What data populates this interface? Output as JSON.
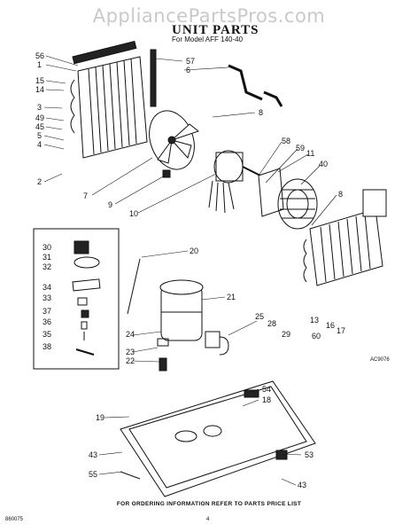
{
  "watermark": "AppliancePartsPros.com",
  "title": "UNIT PARTS",
  "subtitle": "For Model AFF 140-40",
  "footer_note": "FOR ORDERING INFORMATION REFER TO PARTS PRICE LIST",
  "left_code": "860075",
  "page_number": "4",
  "art_code": "AC9076",
  "callouts": [
    "56",
    "1",
    "57",
    "6",
    "15",
    "14",
    "3",
    "49",
    "45",
    "5",
    "4",
    "2",
    "8",
    "7",
    "9",
    "58",
    "59",
    "11",
    "40",
    "10",
    "8",
    "20",
    "30",
    "31",
    "32",
    "34",
    "33",
    "37",
    "36",
    "35",
    "38",
    "21",
    "24",
    "23",
    "22",
    "25",
    "28",
    "29",
    "13",
    "60",
    "16",
    "17",
    "54",
    "18",
    "19",
    "43",
    "53",
    "55",
    "43"
  ]
}
